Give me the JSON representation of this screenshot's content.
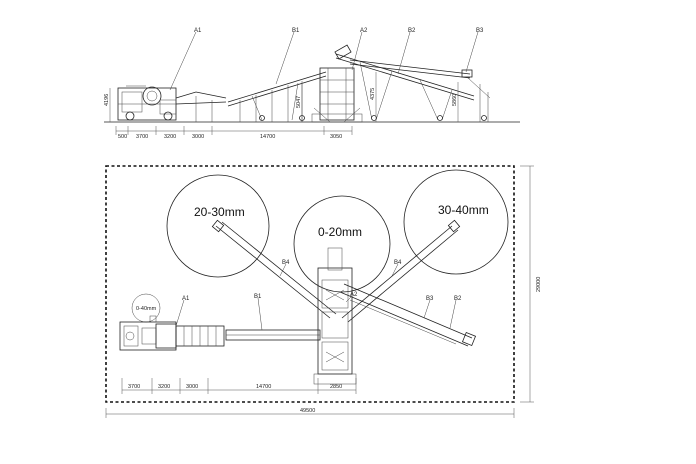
{
  "elevation": {
    "labels": {
      "a1": "A1",
      "b1": "B1",
      "a2": "A2",
      "b2": "B2",
      "b3": "B3"
    },
    "dimensions": {
      "d1": "500",
      "d2": "3700",
      "d3": "3200",
      "d4": "3000",
      "d5": "14700",
      "d6": "3050",
      "h1": "4196",
      "h2": "5047",
      "h3": "4375",
      "h4": "5860"
    }
  },
  "plan": {
    "piles": {
      "left": "20-30mm",
      "center": "0-20mm",
      "right": "30-40mm",
      "small": "0-40mm"
    },
    "labels": {
      "a1": "A1",
      "a2": "A2",
      "b1": "B1",
      "b2": "B2",
      "b3": "B3",
      "b4_left": "B4",
      "b4_right": "B4"
    },
    "dimensions": {
      "d1": "3700",
      "d2": "3200",
      "d3": "3000",
      "d4": "14700",
      "d5": "2850",
      "total_width": "49500",
      "total_height": "29000"
    }
  }
}
